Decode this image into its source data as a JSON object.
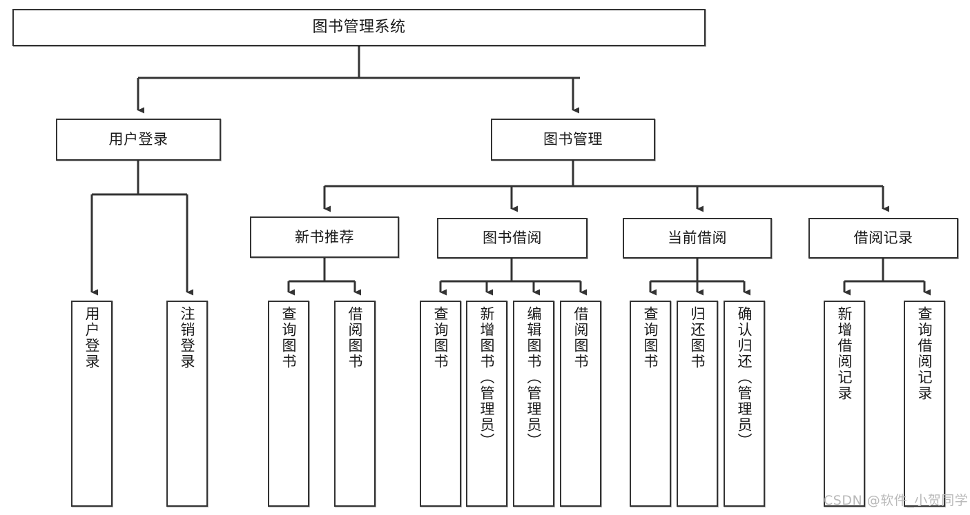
{
  "diagram": {
    "title": "图书管理系统",
    "type": "tree",
    "watermark": "CSDN @软件_小贺同学",
    "colors": {
      "border": "#333333",
      "background": "#ffffff",
      "text": "#1a1a1a",
      "edge": "#333333",
      "watermark": "#b9b9b9"
    },
    "nodes": {
      "root": {
        "label": "图书管理系统"
      },
      "level2": [
        {
          "id": "user-login",
          "label": "用户登录"
        },
        {
          "id": "book-manage",
          "label": "图书管理"
        }
      ],
      "level3": [
        {
          "id": "new-book-recommend",
          "label": "新书推荐"
        },
        {
          "id": "book-borrow",
          "label": "图书借阅"
        },
        {
          "id": "current-borrow",
          "label": "当前借阅"
        },
        {
          "id": "borrow-record",
          "label": "借阅记录"
        }
      ],
      "leaves": [
        {
          "id": "leaf-user-login",
          "label": "用户登录",
          "parent": "user-login"
        },
        {
          "id": "leaf-logout-login",
          "label": "注销登录",
          "parent": "user-login"
        },
        {
          "id": "leaf-query-book-1",
          "label": "查询图书",
          "parent": "new-book-recommend"
        },
        {
          "id": "leaf-borrow-book-1",
          "label": "借阅图书",
          "parent": "new-book-recommend"
        },
        {
          "id": "leaf-query-book-2",
          "label": "查询图书",
          "parent": "book-borrow"
        },
        {
          "id": "leaf-add-book-admin",
          "label": "新增图书（管理员）",
          "parent": "book-borrow"
        },
        {
          "id": "leaf-edit-book-admin",
          "label": "编辑图书（管理员）",
          "parent": "book-borrow"
        },
        {
          "id": "leaf-borrow-book-2",
          "label": "借阅图书",
          "parent": "book-borrow"
        },
        {
          "id": "leaf-query-book-3",
          "label": "查询图书",
          "parent": "current-borrow"
        },
        {
          "id": "leaf-return-book",
          "label": "归还图书",
          "parent": "current-borrow"
        },
        {
          "id": "leaf-confirm-return-admin",
          "label": "确认归还（管理员）",
          "parent": "current-borrow"
        },
        {
          "id": "leaf-add-borrow-record",
          "label": "新增借阅记录",
          "parent": "borrow-record"
        },
        {
          "id": "leaf-query-borrow-record",
          "label": "查询借阅记录",
          "parent": "borrow-record"
        }
      ]
    }
  }
}
